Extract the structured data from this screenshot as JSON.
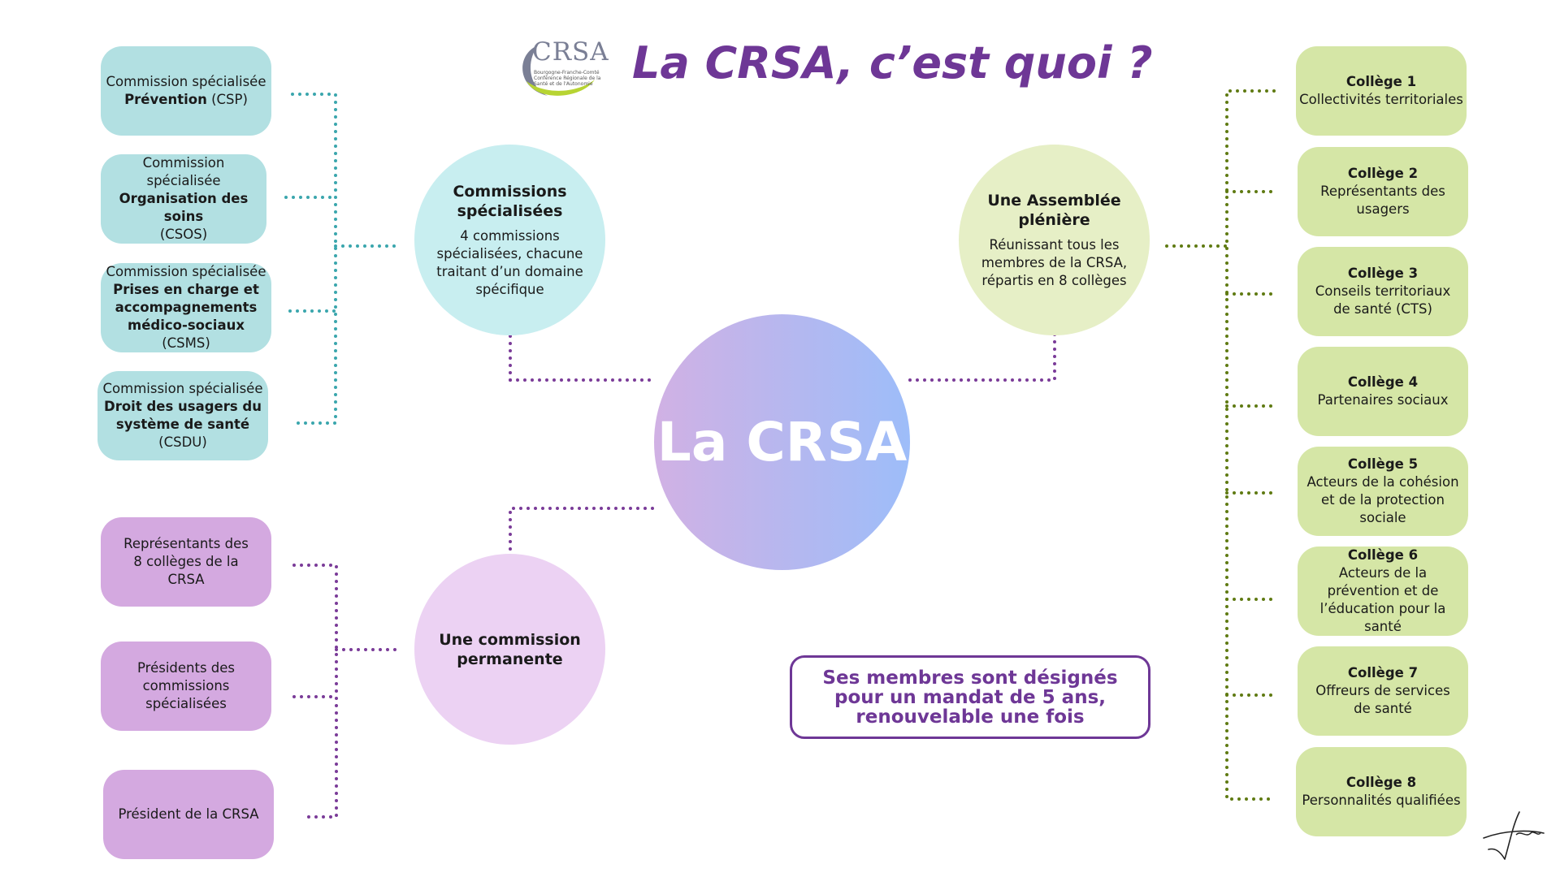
{
  "logo": {
    "text": "CRSA",
    "sub": "Bourgogne-Franche-Comté Conférence Régionale de la Santé et de l'Autonomie"
  },
  "title": "La CRSA, c’est quoi ?",
  "center": {
    "label": "La CRSA"
  },
  "commissions": {
    "title": "Commissions spécialisées",
    "desc": "4 commissions spécialisées, chacune traitant d’un domaine spécifique"
  },
  "assemblee": {
    "title": "Une Assemblée plénière",
    "desc": "Réunissant tous les membres de la CRSA, répartis en 8 collèges"
  },
  "permanente": {
    "title": "Une commission permanente"
  },
  "left_commissions": [
    {
      "prefix": "Commission spécialisée",
      "bold": "Prévention",
      "suffix": " (CSP)"
    },
    {
      "prefix": "Commission spécialisée",
      "bold": "Organisation des soins",
      "suffix": "(CSOS)"
    },
    {
      "prefix": "Commission spécialisée",
      "bold": "Prises en charge et accompagnements médico-sociaux",
      "suffix": " (CSMS)"
    },
    {
      "prefix": "Commission spécialisée",
      "bold": "Droit des usagers du système de santé",
      "suffix": " (CSDU)"
    }
  ],
  "permanente_members": [
    "Représentants des 8 collèges de la CRSA",
    "Présidents des commissions spécialisées",
    "Président de la CRSA"
  ],
  "colleges": [
    {
      "title": "Collège 1",
      "desc": "Collectivités territoriales"
    },
    {
      "title": "Collège 2",
      "desc": "Représentants des usagers"
    },
    {
      "title": "Collège 3",
      "desc": "Conseils territoriaux de santé (CTS)"
    },
    {
      "title": "Collège 4",
      "desc": "Partenaires sociaux"
    },
    {
      "title": "Collège 5",
      "desc": "Acteurs de la cohésion et de la protection sociale"
    },
    {
      "title": "Collège 6",
      "desc": "Acteurs de la prévention et de l’éducation pour la santé"
    },
    {
      "title": "Collège 7",
      "desc": "Offreurs de services de santé"
    },
    {
      "title": "Collège 8",
      "desc": "Personnalités qualifiées"
    }
  ],
  "note": "Ses membres sont désignés pour un mandat de 5 ans, renouvelable une fois",
  "colors": {
    "teal": "#b2e0e2",
    "purple": "#d4a9e0",
    "green": "#d5e6a6",
    "accent": "#6e3796",
    "teal_line": "#3aa6ad",
    "green_line": "#5f7a12"
  }
}
